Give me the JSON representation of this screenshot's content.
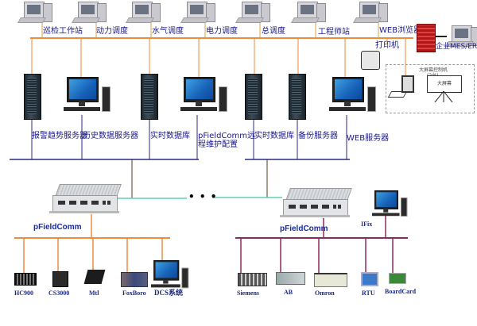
{
  "top_workstations": [
    {
      "label": "巡检工作站"
    },
    {
      "label": "动力调度"
    },
    {
      "label": "水气调度"
    },
    {
      "label": "电力调度"
    },
    {
      "label": "总调度"
    },
    {
      "label": "工程师站"
    },
    {
      "label": "WEB浏览器"
    }
  ],
  "enterprise": {
    "label": "企业MES/ERP"
  },
  "printer": {
    "label": "打印机"
  },
  "big_screen": {
    "controller_label": "大屏幕控制机",
    "controller_count": "(2台)",
    "screen_label": "大屏幕"
  },
  "servers": [
    {
      "label": "报警趋势服务器"
    },
    {
      "label": "历史数据服务器"
    },
    {
      "label": "实时数据库"
    },
    {
      "label": "pFieldComm远程维护配置"
    },
    {
      "label": "实时数据库"
    },
    {
      "label": "备份服务器"
    },
    {
      "label": "WEB服务器"
    }
  ],
  "server_label_lines": {
    "pfc_remote_line1": "pFieldComm远",
    "pfc_remote_line2": "程维护配置"
  },
  "gateways": [
    {
      "label": "pFieldComm"
    },
    {
      "label": "pFieldComm"
    }
  ],
  "ellipsis": "• • •",
  "ifix": {
    "label": "IFix"
  },
  "left_devices": [
    {
      "label": "HC900"
    },
    {
      "label": "CS3000"
    },
    {
      "label": "Mtl"
    },
    {
      "label": "FoxBoro"
    },
    {
      "label": "DCS系统"
    }
  ],
  "right_devices": [
    {
      "label": "Siemens"
    },
    {
      "label": "AB"
    },
    {
      "label": "Omron"
    },
    {
      "label": "RTU"
    },
    {
      "label": "BoardCard"
    }
  ],
  "colors": {
    "top_bus": "#f08a3c",
    "server_bus": "#2a2a8a",
    "ring": "#5fd0b0",
    "left_field_bus": "#f08a3c",
    "right_field_bus": "#8a2c5a",
    "label": "#1a1a8c"
  }
}
